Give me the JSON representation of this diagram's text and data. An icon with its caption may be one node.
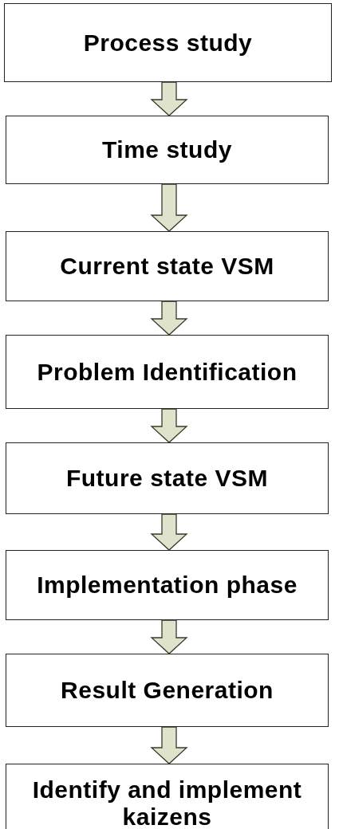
{
  "diagram": {
    "nodes": [
      {
        "text": [
          "Process study"
        ]
      },
      {
        "text": [
          "Time study"
        ]
      },
      {
        "text": [
          "Current state VSM"
        ]
      },
      {
        "text": [
          "Problem Identification"
        ]
      },
      {
        "text": [
          "Future state VSM"
        ]
      },
      {
        "text": [
          "Implementation phase"
        ]
      },
      {
        "text": [
          "Result Generation"
        ]
      },
      {
        "text": [
          "Identify and implement kaizens"
        ]
      }
    ],
    "edges": [
      {
        "from": 0,
        "to": 1,
        "arrow": "to"
      },
      {
        "from": 1,
        "to": 2,
        "arrow": "to"
      },
      {
        "from": 2,
        "to": 3,
        "arrow": "to"
      },
      {
        "from": 3,
        "to": 4,
        "arrow": "to"
      },
      {
        "from": 4,
        "to": 5,
        "arrow": "to"
      },
      {
        "from": 5,
        "to": 6,
        "arrow": "to"
      },
      {
        "from": 6,
        "to": 7,
        "arrow": "to"
      }
    ]
  }
}
